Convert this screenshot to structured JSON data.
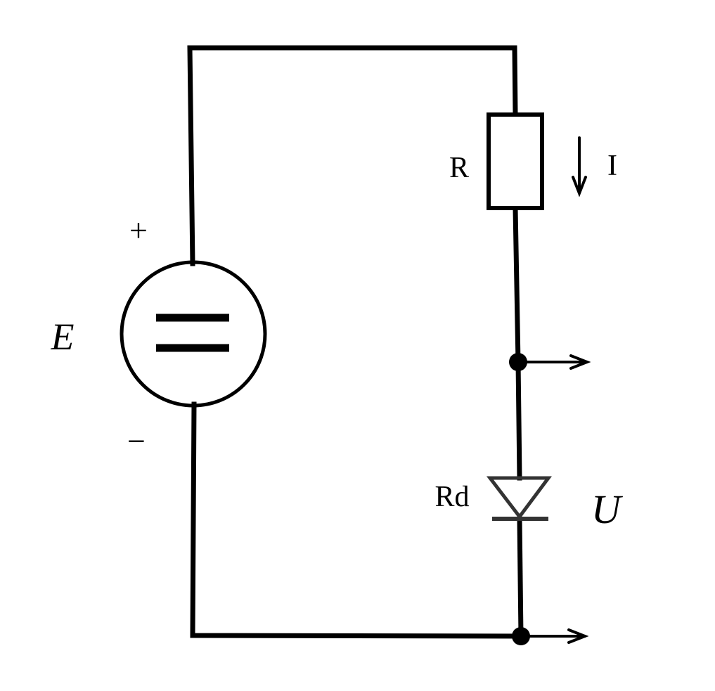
{
  "labels": {
    "source": "E",
    "plus": "+",
    "minus": "−",
    "resistor": "R",
    "current": "I",
    "diode": "Rd",
    "voltage": "U"
  },
  "colors": {
    "line": "#000000",
    "diode": "#333333",
    "background": "#ffffff"
  }
}
